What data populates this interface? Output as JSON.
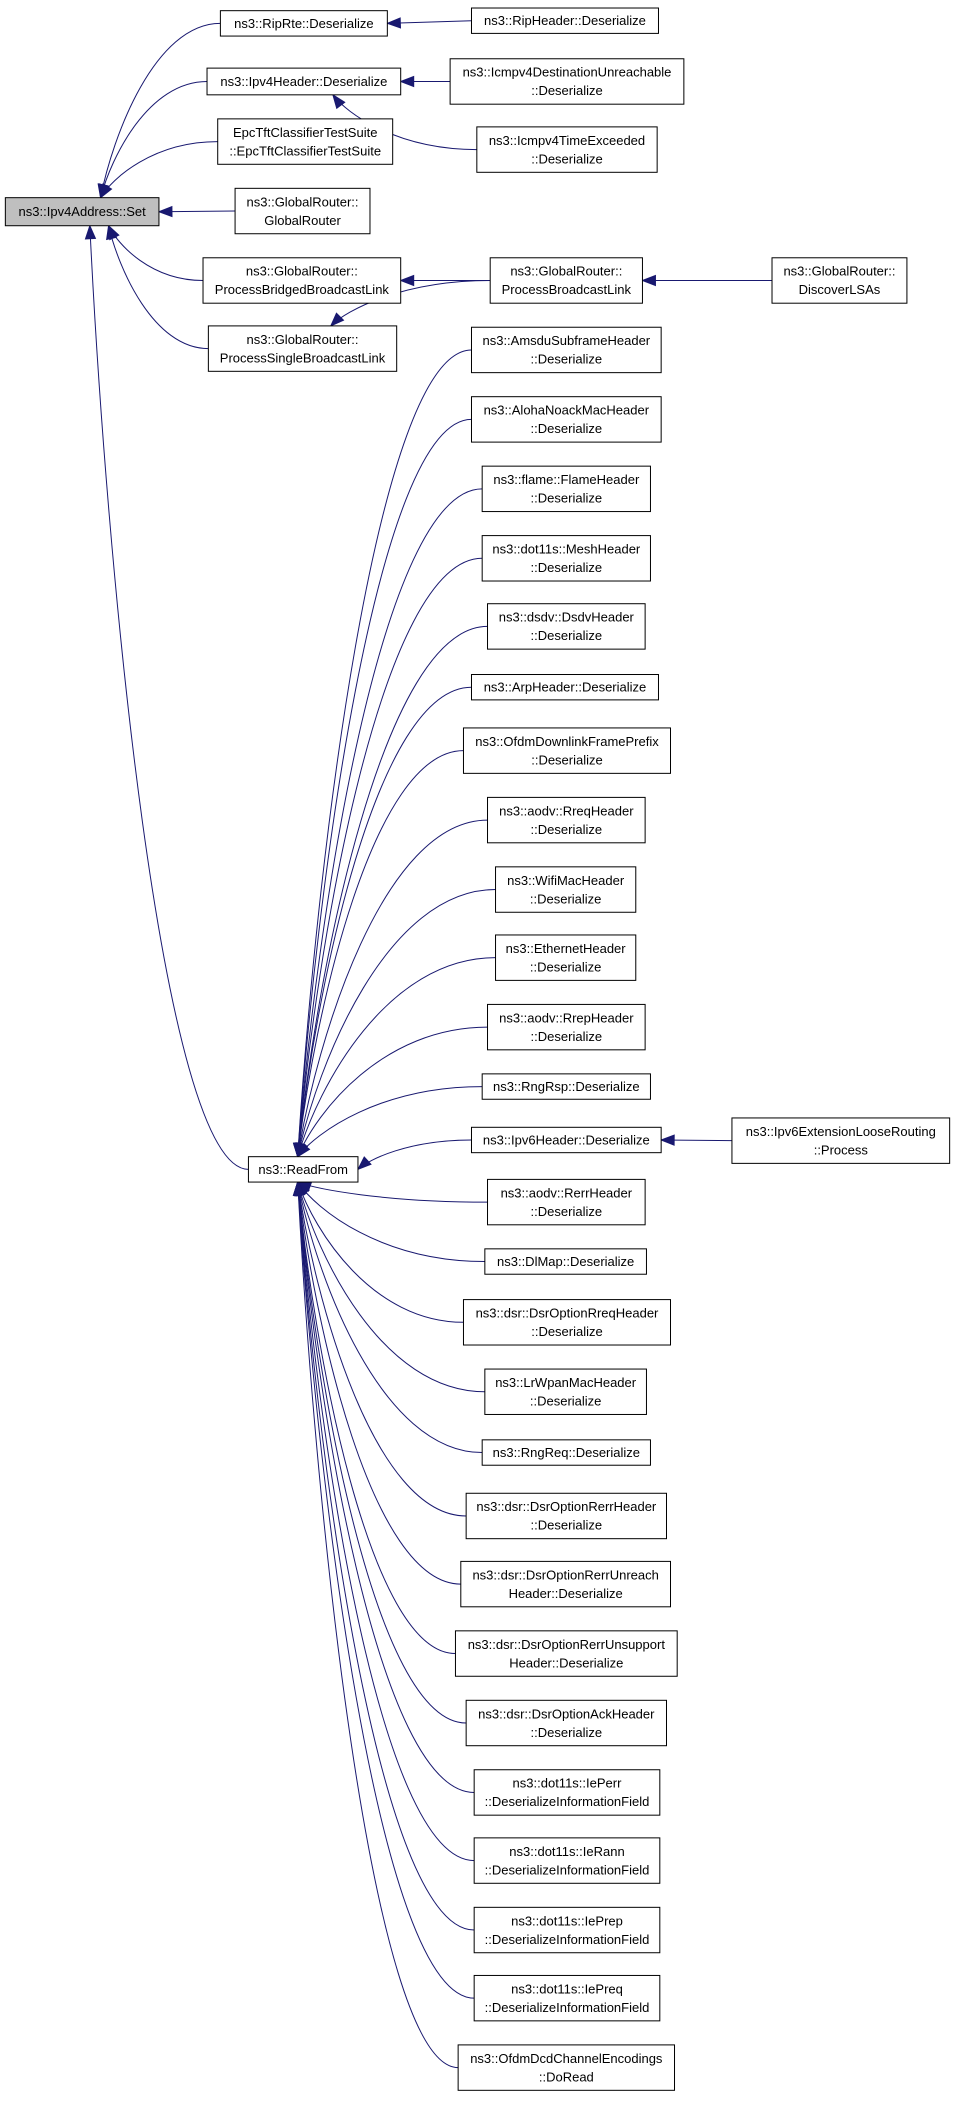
{
  "colors": {
    "edge": "#191970",
    "node_border": "#000000",
    "root_fill": "#bfbfbf",
    "node_fill": "#ffffff"
  },
  "nodes": [
    {
      "id": "ipv4set",
      "lines": [
        "ns3::Ipv4Address::Set"
      ]
    },
    {
      "id": "riprte",
      "lines": [
        "ns3::RipRte::Deserialize"
      ]
    },
    {
      "id": "ripheader",
      "lines": [
        "ns3::RipHeader::Deserialize"
      ]
    },
    {
      "id": "ipv4header",
      "lines": [
        "ns3::Ipv4Header::Deserialize"
      ]
    },
    {
      "id": "icmpunreach",
      "lines": [
        "ns3::Icmpv4DestinationUnreachable",
        "::Deserialize"
      ]
    },
    {
      "id": "icmptime",
      "lines": [
        "ns3::Icmpv4TimeExceeded",
        "::Deserialize"
      ]
    },
    {
      "id": "epctft",
      "lines": [
        "EpcTftClassifierTestSuite",
        "::EpcTftClassifierTestSuite"
      ]
    },
    {
      "id": "grouter",
      "lines": [
        "ns3::GlobalRouter::",
        "GlobalRouter"
      ]
    },
    {
      "id": "procbridged",
      "lines": [
        "ns3::GlobalRouter::",
        "ProcessBridgedBroadcastLink"
      ]
    },
    {
      "id": "procsingle",
      "lines": [
        "ns3::GlobalRouter::",
        "ProcessSingleBroadcastLink"
      ]
    },
    {
      "id": "procbcast",
      "lines": [
        "ns3::GlobalRouter::",
        "ProcessBroadcastLink"
      ]
    },
    {
      "id": "discover",
      "lines": [
        "ns3::GlobalRouter::",
        "DiscoverLSAs"
      ]
    },
    {
      "id": "readfrom",
      "lines": [
        "ns3::ReadFrom"
      ]
    },
    {
      "id": "amsdu",
      "lines": [
        "ns3::AmsduSubframeHeader",
        "::Deserialize"
      ]
    },
    {
      "id": "aloha",
      "lines": [
        "ns3::AlohaNoackMacHeader",
        "::Deserialize"
      ]
    },
    {
      "id": "flame",
      "lines": [
        "ns3::flame::FlameHeader",
        "::Deserialize"
      ]
    },
    {
      "id": "meshhdr",
      "lines": [
        "ns3::dot11s::MeshHeader",
        "::Deserialize"
      ]
    },
    {
      "id": "dsdv",
      "lines": [
        "ns3::dsdv::DsdvHeader",
        "::Deserialize"
      ]
    },
    {
      "id": "arp",
      "lines": [
        "ns3::ArpHeader::Deserialize"
      ]
    },
    {
      "id": "ofdmdl",
      "lines": [
        "ns3::OfdmDownlinkFramePrefix",
        "::Deserialize"
      ]
    },
    {
      "id": "rreq",
      "lines": [
        "ns3::aodv::RreqHeader",
        "::Deserialize"
      ]
    },
    {
      "id": "wifimac",
      "lines": [
        "ns3::WifiMacHeader",
        "::Deserialize"
      ]
    },
    {
      "id": "ethernet",
      "lines": [
        "ns3::EthernetHeader",
        "::Deserialize"
      ]
    },
    {
      "id": "rrep",
      "lines": [
        "ns3::aodv::RrepHeader",
        "::Deserialize"
      ]
    },
    {
      "id": "rngrsp",
      "lines": [
        "ns3::RngRsp::Deserialize"
      ]
    },
    {
      "id": "ipv6hdr",
      "lines": [
        "ns3::Ipv6Header::Deserialize"
      ]
    },
    {
      "id": "ipv6ext",
      "lines": [
        "ns3::Ipv6ExtensionLooseRouting",
        "::Process"
      ]
    },
    {
      "id": "rerr",
      "lines": [
        "ns3::aodv::RerrHeader",
        "::Deserialize"
      ]
    },
    {
      "id": "dlmap",
      "lines": [
        "ns3::DlMap::Deserialize"
      ]
    },
    {
      "id": "dsrrreq",
      "lines": [
        "ns3::dsr::DsrOptionRreqHeader",
        "::Deserialize"
      ]
    },
    {
      "id": "lrwpan",
      "lines": [
        "ns3::LrWpanMacHeader",
        "::Deserialize"
      ]
    },
    {
      "id": "rngreq",
      "lines": [
        "ns3::RngReq::Deserialize"
      ]
    },
    {
      "id": "dsrrerr",
      "lines": [
        "ns3::dsr::DsrOptionRerrHeader",
        "::Deserialize"
      ]
    },
    {
      "id": "dsrunreach",
      "lines": [
        "ns3::dsr::DsrOptionRerrUnreach",
        "Header::Deserialize"
      ]
    },
    {
      "id": "dsrunsupp",
      "lines": [
        "ns3::dsr::DsrOptionRerrUnsupport",
        "Header::Deserialize"
      ]
    },
    {
      "id": "dsrack",
      "lines": [
        "ns3::dsr::DsrOptionAckHeader",
        "::Deserialize"
      ]
    },
    {
      "id": "ieperr",
      "lines": [
        "ns3::dot11s::IePerr",
        "::DeserializeInformationField"
      ]
    },
    {
      "id": "ierann",
      "lines": [
        "ns3::dot11s::IeRann",
        "::DeserializeInformationField"
      ]
    },
    {
      "id": "ieprep",
      "lines": [
        "ns3::dot11s::IePrep",
        "::DeserializeInformationField"
      ]
    },
    {
      "id": "iepreq",
      "lines": [
        "ns3::dot11s::IePreq",
        "::DeserializeInformationField"
      ]
    },
    {
      "id": "ofdmdcd",
      "lines": [
        "ns3::OfdmDcdChannelEncodings",
        "::DoRead"
      ]
    }
  ],
  "edges": [
    [
      "riprte",
      "ipv4set"
    ],
    [
      "ripheader",
      "riprte"
    ],
    [
      "ipv4header",
      "ipv4set"
    ],
    [
      "icmpunreach",
      "ipv4header"
    ],
    [
      "icmptime",
      "ipv4header"
    ],
    [
      "epctft",
      "ipv4set"
    ],
    [
      "grouter",
      "ipv4set"
    ],
    [
      "procbridged",
      "ipv4set"
    ],
    [
      "procsingle",
      "ipv4set"
    ],
    [
      "procbcast",
      "procbridged"
    ],
    [
      "procbcast",
      "procsingle"
    ],
    [
      "discover",
      "procbcast"
    ],
    [
      "readfrom",
      "ipv4set"
    ],
    [
      "amsdu",
      "readfrom"
    ],
    [
      "aloha",
      "readfrom"
    ],
    [
      "flame",
      "readfrom"
    ],
    [
      "meshhdr",
      "readfrom"
    ],
    [
      "dsdv",
      "readfrom"
    ],
    [
      "arp",
      "readfrom"
    ],
    [
      "ofdmdl",
      "readfrom"
    ],
    [
      "rreq",
      "readfrom"
    ],
    [
      "wifimac",
      "readfrom"
    ],
    [
      "ethernet",
      "readfrom"
    ],
    [
      "rrep",
      "readfrom"
    ],
    [
      "rngrsp",
      "readfrom"
    ],
    [
      "ipv6hdr",
      "readfrom"
    ],
    [
      "ipv6ext",
      "ipv6hdr"
    ],
    [
      "rerr",
      "readfrom"
    ],
    [
      "dlmap",
      "readfrom"
    ],
    [
      "dsrrreq",
      "readfrom"
    ],
    [
      "lrwpan",
      "readfrom"
    ],
    [
      "rngreq",
      "readfrom"
    ],
    [
      "dsrrerr",
      "readfrom"
    ],
    [
      "dsrunreach",
      "readfrom"
    ],
    [
      "dsrunsupp",
      "readfrom"
    ],
    [
      "dsrack",
      "readfrom"
    ],
    [
      "ieperr",
      "readfrom"
    ],
    [
      "ierann",
      "readfrom"
    ],
    [
      "ieprep",
      "readfrom"
    ],
    [
      "iepreq",
      "readfrom"
    ],
    [
      "ofdmdcd",
      "readfrom"
    ]
  ]
}
